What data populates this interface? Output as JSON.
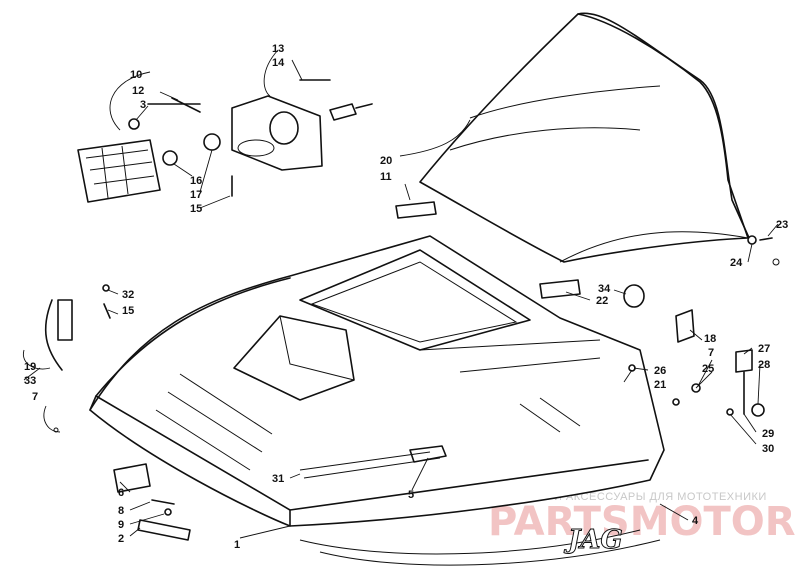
{
  "watermark": {
    "tagline": "ЗАПЧАСТИ И АКСЕССУАРЫ ДЛЯ МОТОТЕХНИКИ",
    "brand": "PARTSMOTOR.RU"
  },
  "hood_decal_text": "JAG",
  "part_labels": [
    {
      "id": "p1",
      "text": "1"
    },
    {
      "id": "p2",
      "text": "2"
    },
    {
      "id": "p3",
      "text": "3"
    },
    {
      "id": "p4",
      "text": "4"
    },
    {
      "id": "p5",
      "text": "5"
    },
    {
      "id": "p6",
      "text": "6"
    },
    {
      "id": "p7a",
      "text": "7"
    },
    {
      "id": "p7b",
      "text": "7"
    },
    {
      "id": "p8",
      "text": "8"
    },
    {
      "id": "p9",
      "text": "9"
    },
    {
      "id": "p10",
      "text": "10"
    },
    {
      "id": "p11",
      "text": "11"
    },
    {
      "id": "p12",
      "text": "12"
    },
    {
      "id": "p13",
      "text": "13"
    },
    {
      "id": "p14",
      "text": "14"
    },
    {
      "id": "p15a",
      "text": "15"
    },
    {
      "id": "p15b",
      "text": "15"
    },
    {
      "id": "p16",
      "text": "16"
    },
    {
      "id": "p17",
      "text": "17"
    },
    {
      "id": "p18",
      "text": "18"
    },
    {
      "id": "p19",
      "text": "19"
    },
    {
      "id": "p20",
      "text": "20"
    },
    {
      "id": "p21",
      "text": "21"
    },
    {
      "id": "p22",
      "text": "22"
    },
    {
      "id": "p23",
      "text": "23"
    },
    {
      "id": "p24",
      "text": "24"
    },
    {
      "id": "p25",
      "text": "25"
    },
    {
      "id": "p26",
      "text": "26"
    },
    {
      "id": "p27",
      "text": "27"
    },
    {
      "id": "p28",
      "text": "28"
    },
    {
      "id": "p29",
      "text": "29"
    },
    {
      "id": "p30",
      "text": "30"
    },
    {
      "id": "p31",
      "text": "31"
    },
    {
      "id": "p32",
      "text": "32"
    },
    {
      "id": "p33",
      "text": "33"
    },
    {
      "id": "p34",
      "text": "34"
    }
  ]
}
